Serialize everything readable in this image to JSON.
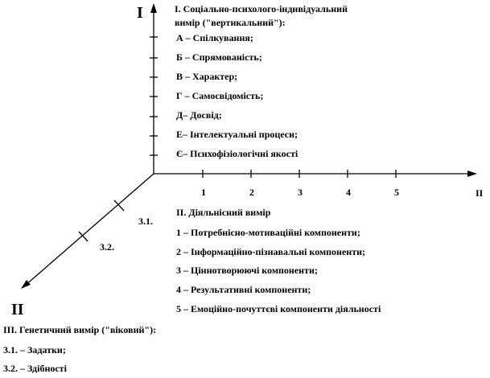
{
  "axis_labels": {
    "vertical": "I",
    "horizontal": "II",
    "diagonal_end": "II",
    "horizontal_end": "II"
  },
  "vertical_dimension": {
    "title_line1": "І. Соціально-психолого-індивідуальний",
    "title_line2": "вимір (\"вертикальний\"):",
    "items": [
      "А – Спілкування;",
      "Б – Спрямованість;",
      "В – Характер;",
      "Г – Самосвідомість;",
      "Д– Досвід;",
      "Е– Інтелектуальні процеси;",
      "Є– Психофізіологічні якості"
    ]
  },
  "horizontal_dimension": {
    "ticks": [
      "1",
      "2",
      "3",
      "4",
      "5"
    ],
    "title": "ІІ. Діяльнісний вимір",
    "items": [
      "1 – Потребнісно-мотиваційні компоненти;",
      "2 – Інформаційно-пізнавальні компоненти;",
      "3 – Ціннотворюючі компоненти;",
      "4 – Результативні компоненти;",
      "5 – Емоційно-почуттєві компоненти діяльності"
    ]
  },
  "genetic_dimension": {
    "ticks": [
      "3.1.",
      "3.2."
    ],
    "title": "ІІІ. Генетичний вимір (\"віковий\"):",
    "items": [
      "3.1. – Задатки;",
      "3.2. – Здібності"
    ]
  }
}
